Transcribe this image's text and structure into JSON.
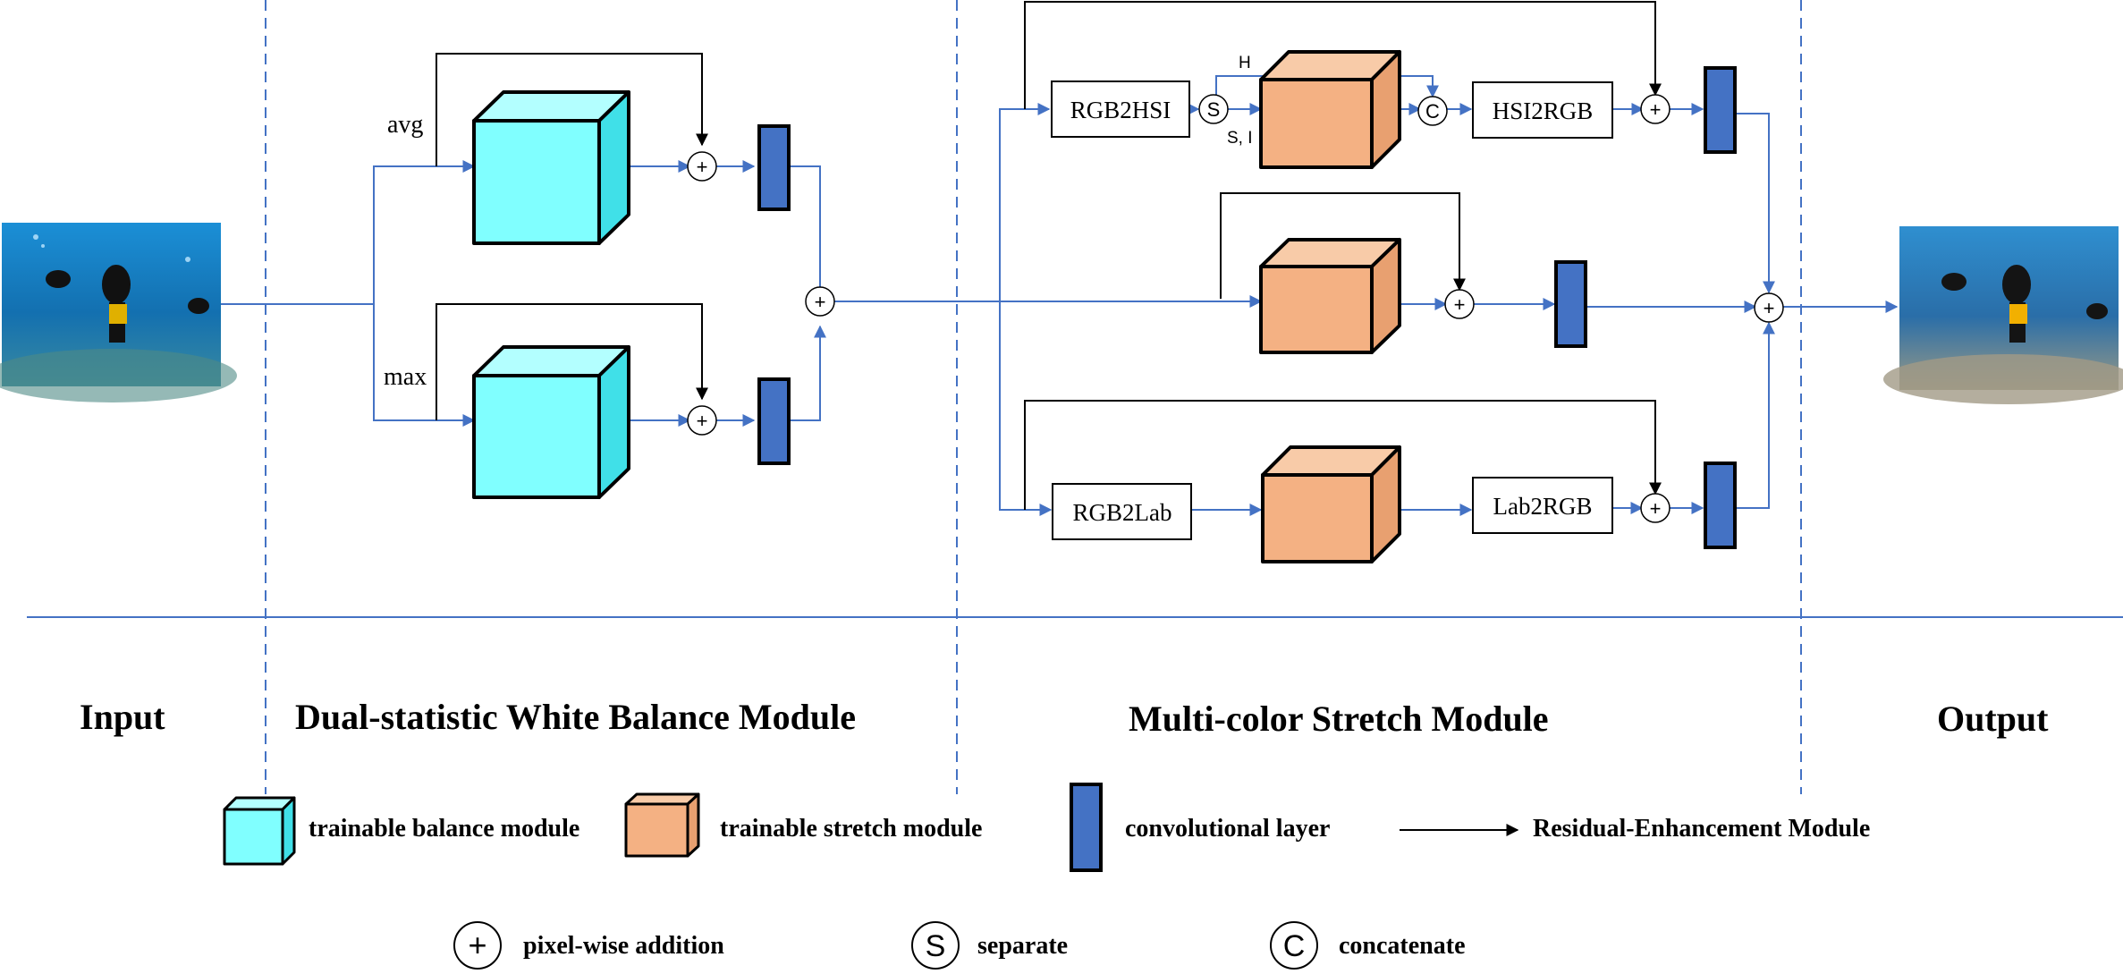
{
  "sections": {
    "input": "Input",
    "white_balance": "Dual-statistic White Balance Module",
    "stretch": "Multi-color Stretch Module",
    "output": "Output"
  },
  "branch_labels": {
    "avg": "avg",
    "max": "max",
    "h": "H",
    "si": "S, I"
  },
  "boxes": {
    "rgb2hsi": "RGB2HSI",
    "hsi2rgb": "HSI2RGB",
    "rgb2lab": "RGB2Lab",
    "lab2rgb": "Lab2RGB"
  },
  "symbols": {
    "plus": "+",
    "separate": "S",
    "concat": "C"
  },
  "legend": {
    "balance": "trainable balance module",
    "stretch": "trainable stretch module",
    "conv": "convolutional layer",
    "residual": "Residual-Enhancement Module",
    "addition": "pixel-wise addition",
    "separate": "separate",
    "concatenate": "concatenate"
  },
  "colors": {
    "flow_line": "#4472C4",
    "residual_line": "#000000",
    "balance_cube": "#80FFFF",
    "balance_cube_top": "#B3FFFF",
    "balance_cube_side": "#40E0E8",
    "stretch_cube": "#F4B183",
    "stretch_cube_top": "#F8CBA8",
    "stretch_cube_side": "#E8A070",
    "conv_layer": "#4472C4"
  }
}
